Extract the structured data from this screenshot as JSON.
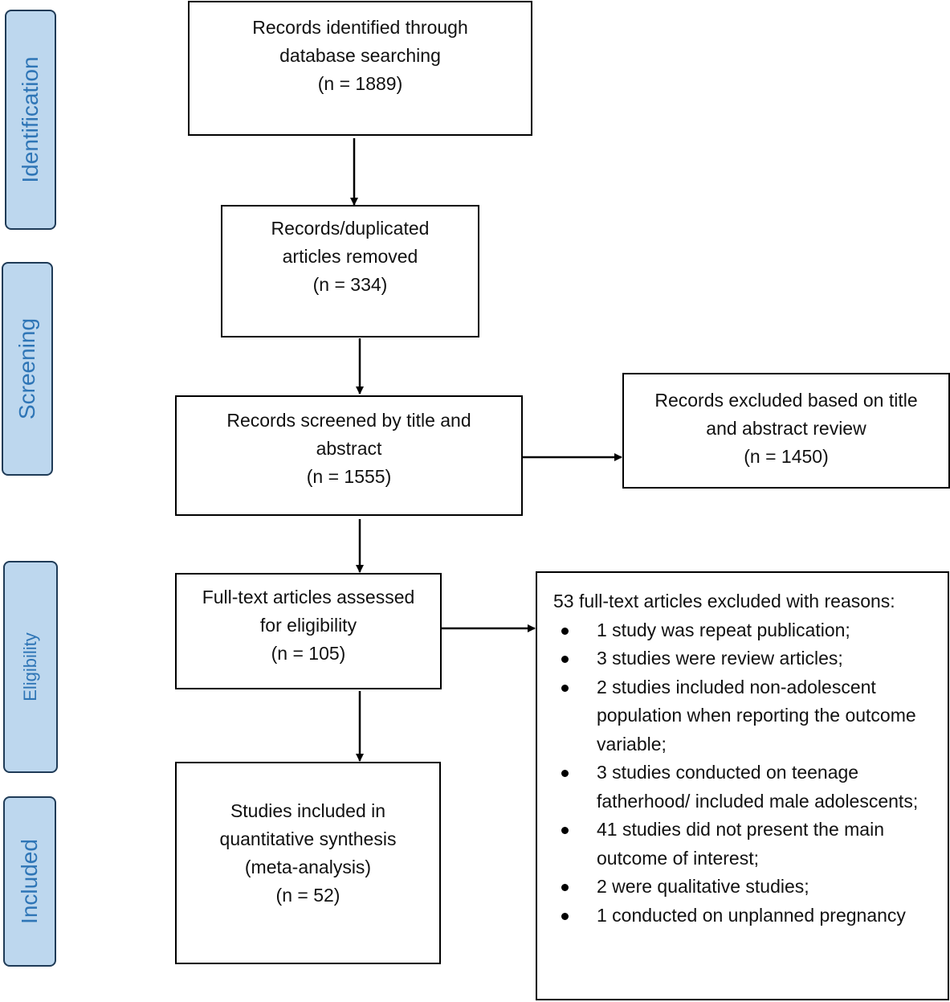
{
  "stages": {
    "identification": "Identification",
    "screening": "Screening",
    "eligibility": "Eligibility",
    "included": "Included"
  },
  "boxes": {
    "identified": {
      "line1": "Records identified through",
      "line2": "database searching",
      "count": "(n = 1889)"
    },
    "duplicates": {
      "line1": "Records/duplicated",
      "line2": "articles removed",
      "count": "(n = 334)"
    },
    "screened": {
      "line1": "Records screened by title and",
      "line2": "abstract",
      "count": "(n = 1555)"
    },
    "excluded_title_abstract": {
      "line1": "Records excluded based on title",
      "line2": "and abstract review",
      "count": "(n = 1450)"
    },
    "fulltext_assessed": {
      "line1": "Full-text articles assessed",
      "line2": "for eligibility",
      "count": "(n = 105)"
    },
    "included_studies": {
      "line1": "Studies included in",
      "line2": "quantitative synthesis",
      "line3": "(meta-analysis)",
      "count": "(n = 52)"
    }
  },
  "fulltext_exclusions": {
    "heading": "53 full-text articles excluded with reasons:",
    "reasons": [
      "1 study was repeat publication;",
      "3 studies were review articles;",
      "2 studies included non-adolescent population when reporting the outcome variable;",
      "3 studies conducted on teenage fatherhood/ included male adolescents;",
      "41 studies did not present the main outcome of interest;",
      "2 were qualitative studies;",
      "1 conducted on unplanned pregnancy"
    ]
  },
  "colors": {
    "stage_fill": "#bdd7ee",
    "stage_border": "#1f3b57",
    "stage_text": "#2e75b6",
    "box_border": "#000000"
  }
}
